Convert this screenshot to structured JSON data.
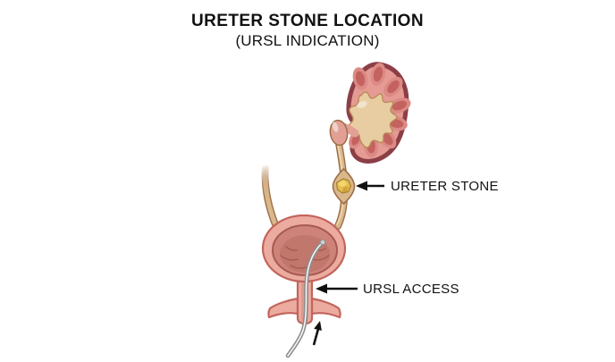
{
  "title": "URETER STONE LOCATION",
  "subtitle": "(URSL INDICATION)",
  "annotations": {
    "ureter_stone": {
      "label": "URETER STONE"
    },
    "ursl_access": {
      "label": "URSL ACCESS"
    }
  },
  "colors": {
    "background": "#ffffff",
    "text": "#111111",
    "kidney_rim": "#8c3e46",
    "kidney_cortex": "#e59a93",
    "pyramid_outer": "#db8a84",
    "pyramid_inner": "#c46260",
    "pelvis": "#e8cda3",
    "pelvis_outline": "#b98d58",
    "ureter_fill": "#d9b88c",
    "ureter_outline": "#9d6e46",
    "ureter_bulb": "#e2a095",
    "stone": "#e6bd4f",
    "stone_outline": "#a8802c",
    "bladder_wall": "#ecab9f",
    "bladder_wall_outline": "#c2655d",
    "bladder_inner": "#cd8379",
    "bladder_inner_outline": "#a65a50",
    "scope": "#8d8d8d",
    "arrow": "#111111"
  }
}
